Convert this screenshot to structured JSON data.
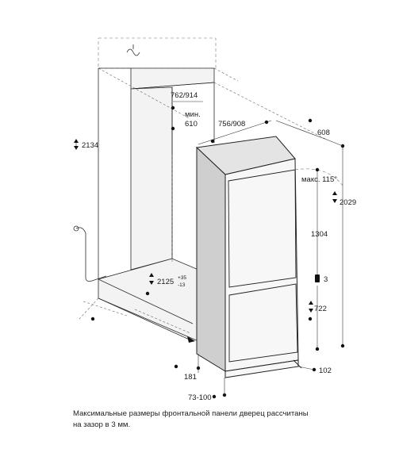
{
  "dimensions": {
    "niche_height": "2134",
    "niche_depth": "762/914",
    "min_label": "мин.",
    "min_value": "610",
    "width_range": "756/908",
    "appliance_depth": "608",
    "door_angle": "макс. 115°",
    "appliance_height": "2029",
    "top_door_height": "1304",
    "door_gap": "3",
    "bottom_door_height": "722",
    "vent_height": "2125",
    "vent_plus": "+35",
    "vent_minus": "-13",
    "side_offset": "181",
    "plinth_depth": "102",
    "plinth_height": "73-100"
  },
  "caption": {
    "line1": "Максимальные размеры фронтальной панели дверец рассчитаны",
    "line2": "на зазор в 3 мм."
  }
}
